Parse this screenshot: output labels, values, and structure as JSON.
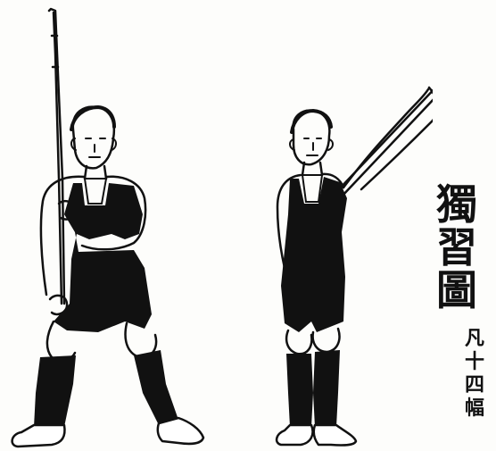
{
  "title": {
    "chars": [
      "獨",
      "習",
      "圖"
    ]
  },
  "subtitle": {
    "chars": [
      "凡",
      "十",
      "四",
      "幅"
    ]
  },
  "figures": {
    "left": "standing-with-staff",
    "right": "raising-staff-diagonal"
  },
  "colors": {
    "ink": "#111111",
    "paper": "#fdfdfb"
  }
}
